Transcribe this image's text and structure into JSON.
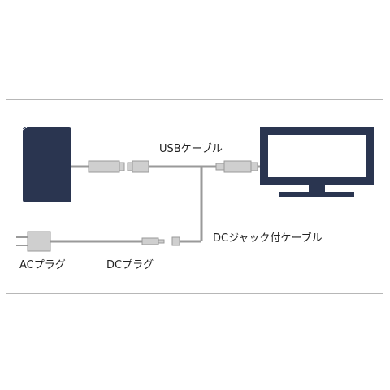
{
  "labels": {
    "usb_cable": "USBケーブル",
    "dc_jack_cable": "DCジャック付ケーブル",
    "ac_plug": "ACプラグ",
    "dc_plug": "DCプラグ"
  },
  "colors": {
    "device": "#2a3550",
    "cable": "#9a9a9a",
    "connector": "#cfcfcf",
    "frame": "#b7b7b7"
  }
}
